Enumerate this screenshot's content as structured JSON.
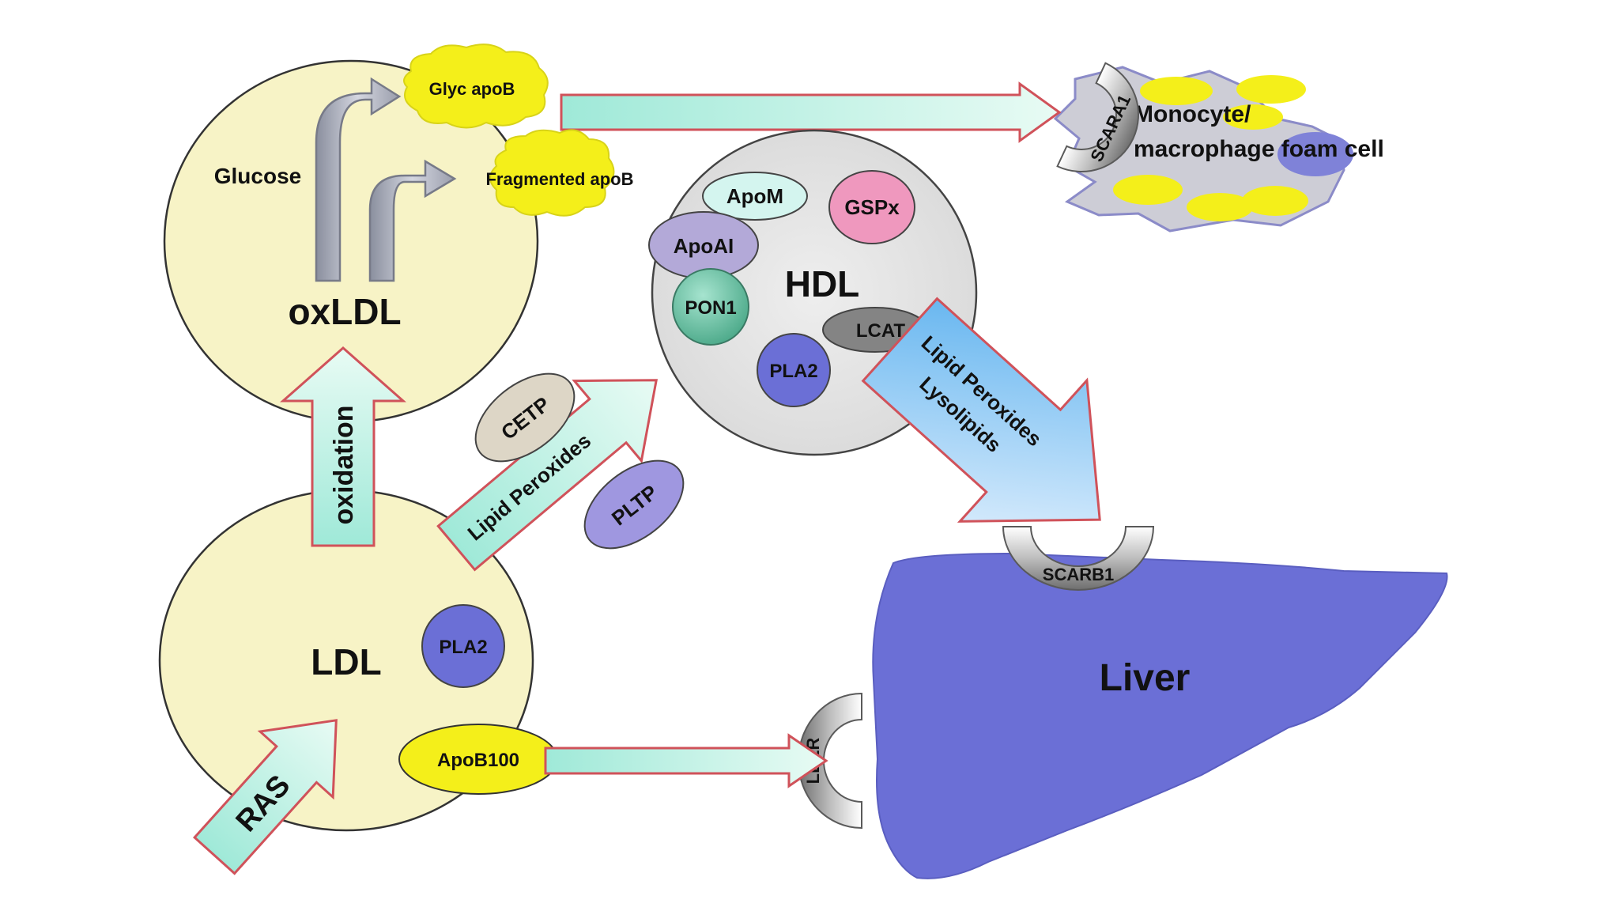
{
  "nodes": {
    "oxldl": {
      "label": "oxLDL"
    },
    "glucose": {
      "label": "Glucose"
    },
    "glyc_apob": {
      "label": "Glyc apoB"
    },
    "fragmented_apob": {
      "label": "Fragmented apoB"
    },
    "ldl": {
      "label": "LDL"
    },
    "ldl_pla2": {
      "label": "PLA2"
    },
    "apob100": {
      "label": "ApoB100"
    },
    "hdl": {
      "label": "HDL"
    },
    "apom": {
      "label": "ApoM"
    },
    "gspx": {
      "label": "GSPx"
    },
    "apoai": {
      "label": "ApoAI"
    },
    "pon1": {
      "label": "PON1"
    },
    "lcat": {
      "label": "LCAT"
    },
    "hdl_pla2": {
      "label": "PLA2"
    },
    "cetp": {
      "label": "CETP"
    },
    "pltp": {
      "label": "PLTP"
    },
    "foam_cell": {
      "line1": "Monocyte/",
      "line2": "macrophage foam cell"
    },
    "liver": {
      "label": "Liver"
    }
  },
  "receptors": {
    "scara1": "SCARA1",
    "scarb1": "SCARB1",
    "ldlr": "LDLR"
  },
  "arrows": {
    "oxidation": "oxidation",
    "ras": "RAS",
    "lipid_peroxides_to_hdl": "Lipid Peroxides",
    "hdl_to_liver_line1": "Lipid Peroxides",
    "hdl_to_liver_line2": "Lysolipids"
  },
  "colors": {
    "lipoprotein_fill": "#f7f3c6",
    "hdl_fill": "#e3e3e3",
    "yellow": "#f4ef1a",
    "arrow_fill": "#c8f5e6",
    "arrow_edge": "#d0525a",
    "liver": "#6b6fd6",
    "foam_cell": "#cfcfd6",
    "receptor": "#9a9a9a"
  }
}
